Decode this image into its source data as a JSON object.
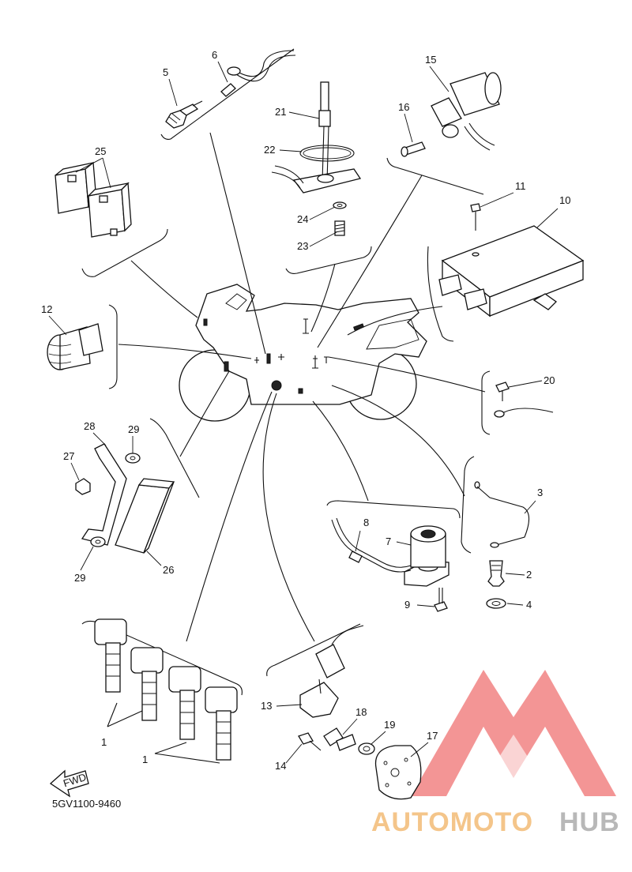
{
  "diagram_code": "5GV1100-9460",
  "forward_label": "FWD",
  "watermark": {
    "part1": "AUTOMOTO",
    "part2": "HUB",
    "color1": "#f4c58a",
    "color2": "#b8b8b8",
    "logo_color": "#f28a8a"
  },
  "callouts": [
    "1",
    "1",
    "2",
    "3",
    "4",
    "5",
    "6",
    "7",
    "8",
    "9",
    "10",
    "11",
    "12",
    "13",
    "14",
    "15",
    "16",
    "17",
    "18",
    "19",
    "20",
    "21",
    "22",
    "23",
    "24",
    "25",
    "26",
    "27",
    "28",
    "29",
    "29"
  ]
}
